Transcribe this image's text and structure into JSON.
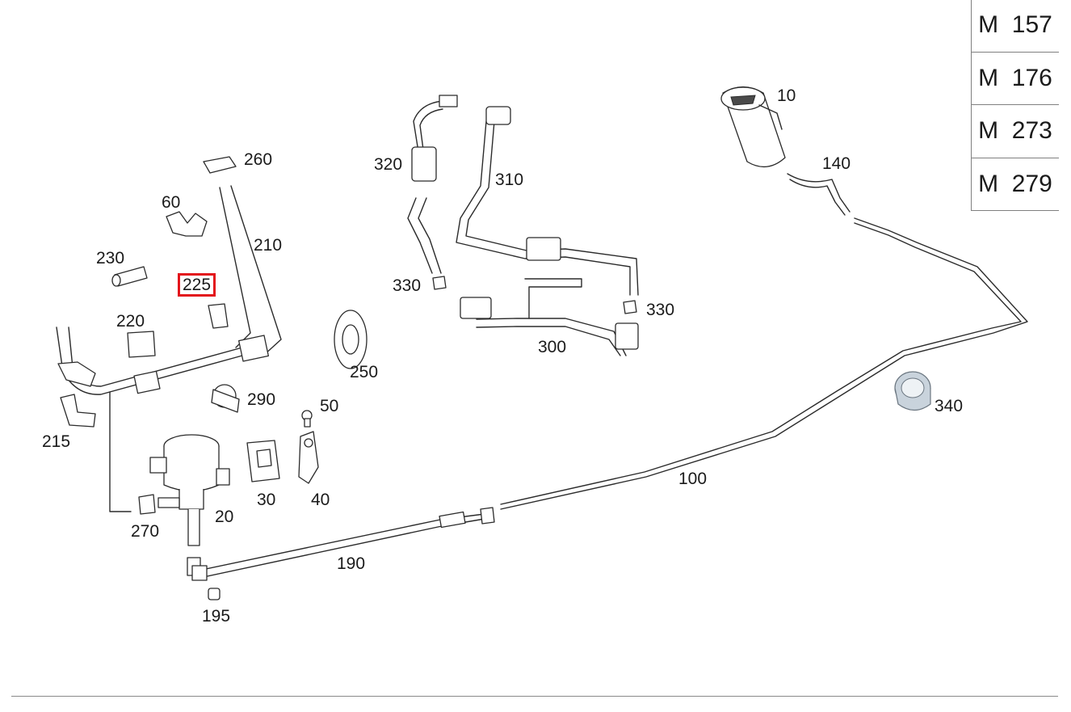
{
  "models": [
    "M  157",
    "M  176",
    "M  273",
    "M  279"
  ],
  "highlight_color": "#e3141b",
  "callouts": [
    {
      "id": "10",
      "text": "10"
    },
    {
      "id": "20",
      "text": "20"
    },
    {
      "id": "30",
      "text": "30"
    },
    {
      "id": "40",
      "text": "40"
    },
    {
      "id": "50",
      "text": "50"
    },
    {
      "id": "60",
      "text": "60"
    },
    {
      "id": "100",
      "text": "100"
    },
    {
      "id": "140",
      "text": "140"
    },
    {
      "id": "190",
      "text": "190"
    },
    {
      "id": "195",
      "text": "195"
    },
    {
      "id": "210",
      "text": "210"
    },
    {
      "id": "215",
      "text": "215"
    },
    {
      "id": "220",
      "text": "220"
    },
    {
      "id": "225",
      "text": "225",
      "highlighted": true
    },
    {
      "id": "230",
      "text": "230"
    },
    {
      "id": "250",
      "text": "250"
    },
    {
      "id": "260",
      "text": "260"
    },
    {
      "id": "270",
      "text": "270"
    },
    {
      "id": "290",
      "text": "290"
    },
    {
      "id": "300",
      "text": "300"
    },
    {
      "id": "310",
      "text": "310"
    },
    {
      "id": "320",
      "text": "320"
    },
    {
      "id": "330a",
      "text": "330"
    },
    {
      "id": "330b",
      "text": "330"
    },
    {
      "id": "340",
      "text": "340"
    }
  ]
}
